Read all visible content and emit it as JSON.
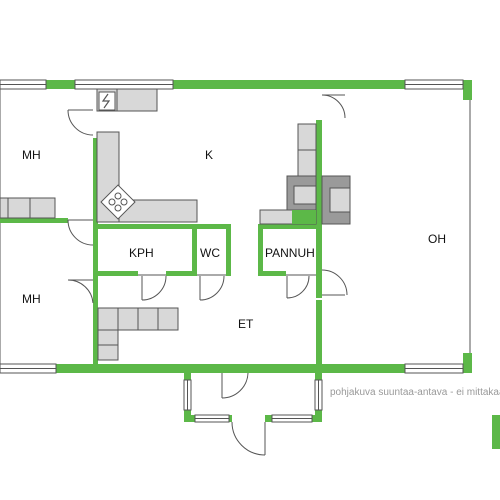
{
  "rooms": {
    "mh_top": "MH",
    "k": "K",
    "mh_bottom": "MH",
    "kph": "KPH",
    "wc": "WC",
    "pannuh": "PANNUH",
    "oh": "OH",
    "et": "ET"
  },
  "note": "pohjakuva suuntaa-antava - ei mittakaavassa",
  "colors": {
    "wall": "#5cb848",
    "line": "#555555",
    "fixture": "#d8d8d8",
    "stove": "#9a9a9a",
    "background": "#ffffff"
  }
}
